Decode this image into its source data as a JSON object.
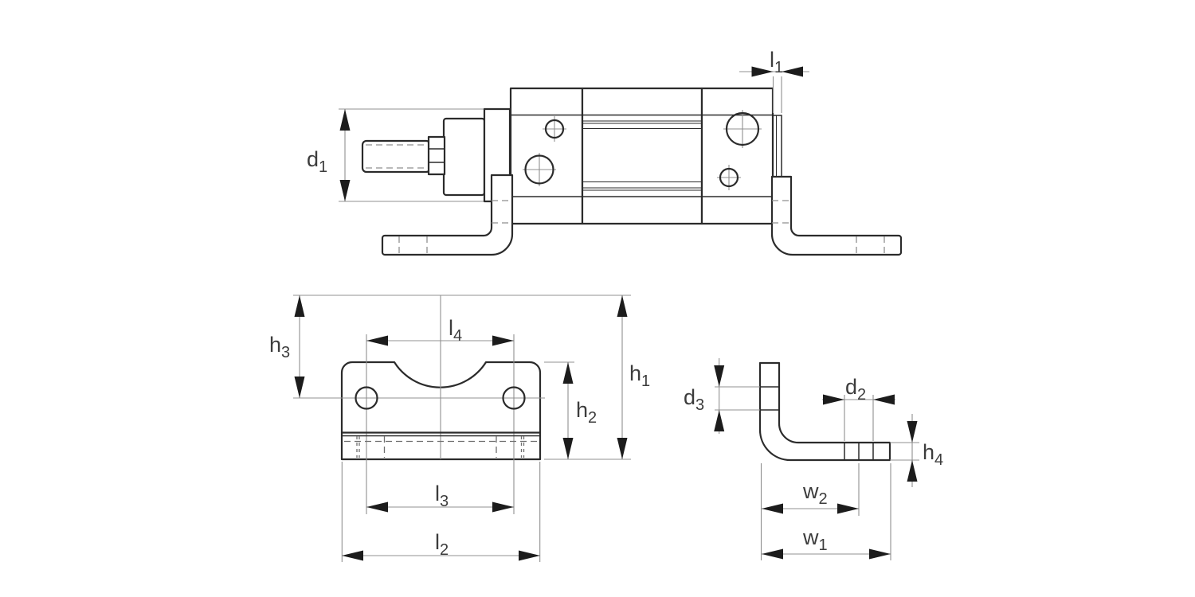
{
  "drawing": {
    "colors": {
      "background": "#ffffff",
      "line": "#2b2b2b",
      "thin": "#909090",
      "dash": "#8f8f8f",
      "arrow": "#1c1c1c",
      "text": "#3c3c3c"
    },
    "dimensions": {
      "d1": {
        "base": "d",
        "sub": "1"
      },
      "l1": {
        "base": "l",
        "sub": "1"
      },
      "h1": {
        "base": "h",
        "sub": "1"
      },
      "h2": {
        "base": "h",
        "sub": "2"
      },
      "h3": {
        "base": "h",
        "sub": "3"
      },
      "l2": {
        "base": "l",
        "sub": "2"
      },
      "l3": {
        "base": "l",
        "sub": "3"
      },
      "l4": {
        "base": "l",
        "sub": "4"
      },
      "d2": {
        "base": "d",
        "sub": "2"
      },
      "d3": {
        "base": "d",
        "sub": "3"
      },
      "h4": {
        "base": "h",
        "sub": "4"
      },
      "w1": {
        "base": "w",
        "sub": "1"
      },
      "w2": {
        "base": "w",
        "sub": "2"
      }
    }
  }
}
